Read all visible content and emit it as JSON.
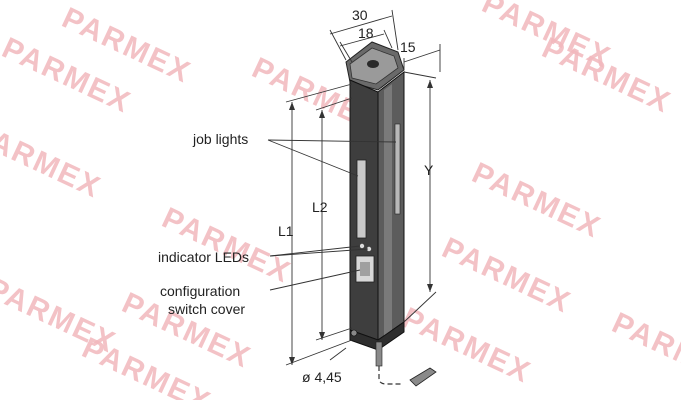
{
  "watermark": {
    "text": "PARMEX",
    "color": "#f2b8bd"
  },
  "dimensions": {
    "width_outer": "30",
    "width_inner": "18",
    "depth": "15",
    "length_1": "L1",
    "length_2": "L2",
    "length_y": "Y",
    "cable_diameter": "ø 4,45"
  },
  "callouts": {
    "job_lights": "job lights",
    "indicator_leds": "indicator LEDs",
    "config_line1": "configuration",
    "config_line2": "switch cover"
  },
  "colors": {
    "housing_dark": "#3a3a3a",
    "housing_mid": "#5a5a5a",
    "housing_light": "#8a8a8a",
    "line": "#333333"
  }
}
